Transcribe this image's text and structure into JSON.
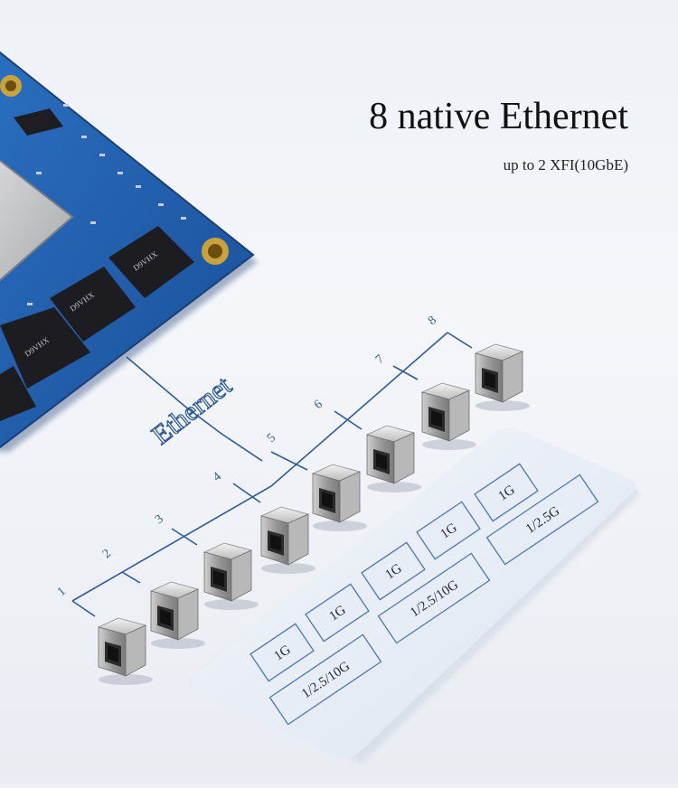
{
  "headline": "8 native Ethernet",
  "subline": "up to 2 XFI(10GbE)",
  "bus_label": "Ethernet",
  "port_numbers": [
    "1",
    "2",
    "3",
    "4",
    "5",
    "6",
    "7",
    "8"
  ],
  "speed_groups": {
    "front_row": [
      "1G",
      "1G",
      "1G",
      "1G",
      "1G"
    ],
    "back_row": [
      "1/2.5/10G",
      "1/2.5/10G",
      "1/2.5G"
    ]
  },
  "chip_markings": [
    "D9VHX",
    "D9VHX",
    "D9VHX"
  ],
  "colors": {
    "pcb": "#1f5fae",
    "line": "#2f5c96",
    "panel_border": "#4d78b5",
    "panel_fill": "#e4ebf5"
  }
}
